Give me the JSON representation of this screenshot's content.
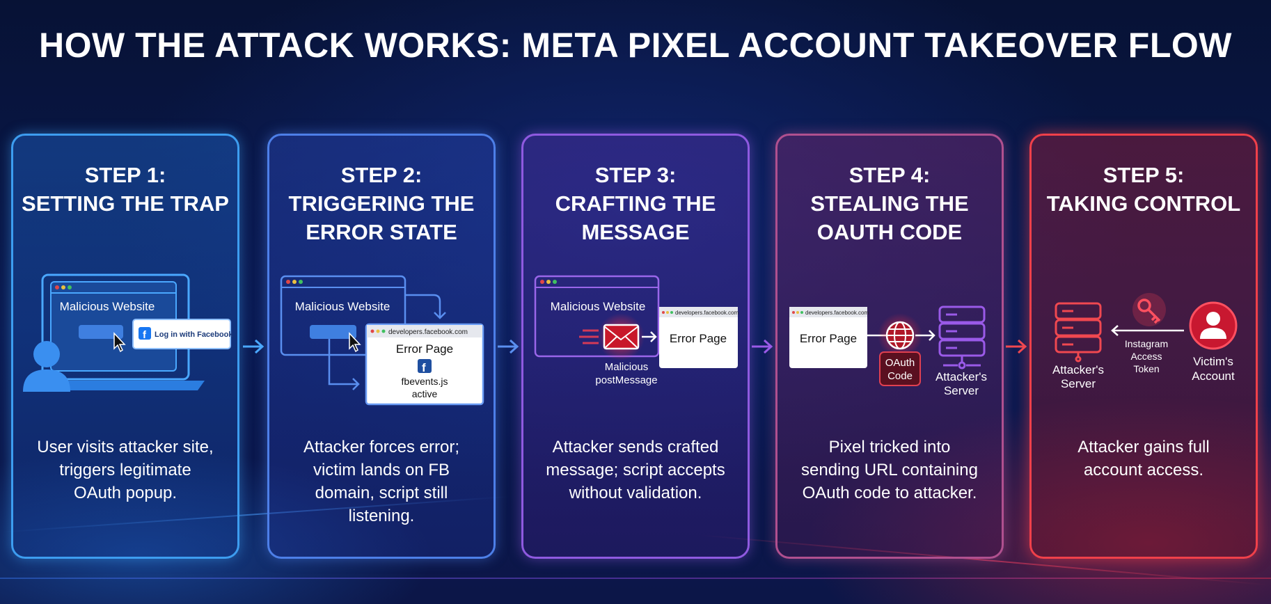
{
  "title": "HOW THE ATTACK WORKS: META PIXEL ACCOUNT TAKEOVER FLOW",
  "colors": {
    "step1": "#3d9df0",
    "step2": "#4d7fe8",
    "step3": "#8f5ae0",
    "step4": "#b0508f",
    "step5": "#f0404a"
  },
  "steps": [
    {
      "label": "STEP 1:",
      "heading": [
        "SETTING THE TRAP"
      ],
      "illustration": {
        "site": "Malicious Website",
        "popup": "Log in with Facebook"
      },
      "description": [
        "User visits attacker site,",
        "triggers legitimate",
        "OAuth popup."
      ]
    },
    {
      "label": "STEP 2:",
      "heading": [
        "TRIGGERING THE",
        "ERROR STATE"
      ],
      "illustration": {
        "site": "Malicious Website",
        "url": "developers.facebook.com",
        "page": "Error Page",
        "script": "fbevents.js",
        "status": "active"
      },
      "description": [
        "Attacker forces error;",
        "victim lands on FB",
        "domain, script still",
        "listening."
      ]
    },
    {
      "label": "STEP 3:",
      "heading": [
        "CRAFTING THE",
        "MESSAGE"
      ],
      "illustration": {
        "site": "Malicious Website",
        "url": "developers.facebook.com",
        "page": "Error Page",
        "msg1": "Malicious",
        "msg2": "postMessage"
      },
      "description": [
        "Attacker sends crafted",
        "message; script accepts",
        "without validation."
      ]
    },
    {
      "label": "STEP 4:",
      "heading": [
        "STEALING THE",
        "OAUTH CODE"
      ],
      "illustration": {
        "url": "developers.facebook.com",
        "page": "Error Page",
        "code1": "OAuth",
        "code2": "Code",
        "server1": "Attacker's",
        "server2": "Server"
      },
      "description": [
        "Pixel tricked into",
        "sending URL containing",
        "OAuth code to attacker."
      ]
    },
    {
      "label": "STEP 5:",
      "heading": [
        "TAKING CONTROL"
      ],
      "illustration": {
        "server1": "Attacker's",
        "server2": "Server",
        "token1": "Instagram",
        "token2": "Access",
        "token3": "Token",
        "victim1": "Victim's",
        "victim2": "Account"
      },
      "description": [
        "Attacker gains full",
        "account access."
      ]
    }
  ]
}
